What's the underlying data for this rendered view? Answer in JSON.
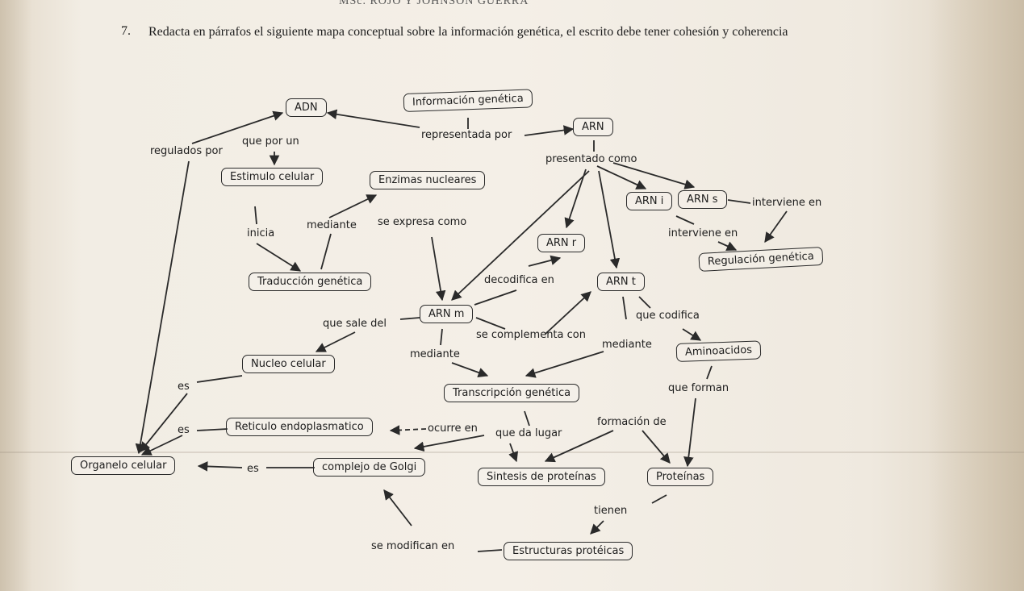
{
  "header": {
    "fragment": "MSc. ROJO Y JOHNSON GUERRA",
    "question_number": "7.",
    "question_text": "Redacta en párrafos el siguiente mapa conceptual sobre la información genética, el escrito debe tener cohesión y coherencia"
  },
  "nodes": {
    "adn": "ADN",
    "informacion_genetica": "Información genética",
    "arn": "ARN",
    "estimulo_celular": "Estimulo celular",
    "enzimas_nucleares": "Enzimas nucleares",
    "arn_i": "ARN i",
    "arn_s": "ARN s",
    "arn_r": "ARN r",
    "regulacion_genetica": "Regulación genética",
    "traduccion_genetica": "Traducción genética",
    "arn_t": "ARN t",
    "arn_m": "ARN m",
    "nucleo_celular": "Nucleo celular",
    "aminoacidos": "Aminoacidos",
    "transcripcion_genetica": "Transcripción genética",
    "reticulo_endoplasmatico": "Reticulo endoplasmatico",
    "organelo_celular": "Organelo celular",
    "complejo_golgi": "complejo de Golgi",
    "sintesis_proteinas": "Sintesis de proteínas",
    "proteinas": "Proteínas",
    "estructuras_proteicas": "Estructuras protéicas"
  },
  "labels": {
    "regulados_por": "regulados por",
    "que_por_un": "que por un",
    "representada_por": "representada por",
    "presentado_como": "presentado como",
    "interviene_en_1": "interviene en",
    "interviene_en_2": "interviene en",
    "inicia": "inicia",
    "mediante_1": "mediante",
    "se_expresa_como": "se expresa como",
    "decodifica_en": "decodifica en",
    "que_sale_del": "que sale del",
    "se_complementa_con": "se complementa con",
    "que_codifica": "que codifica",
    "mediante_2": "mediante",
    "mediante_3": "mediante",
    "es_1": "es",
    "que_forman": "que forman",
    "es_2": "es",
    "ocurre_en": "ocurre en",
    "que_da_lugar": "que da lugar",
    "formacion_de": "formación de",
    "es_3": "es",
    "tienen": "tienen",
    "se_modifican_en": "se modifican en"
  },
  "colors": {
    "ink": "#2a2a2a",
    "paper": "#f3eee5"
  }
}
